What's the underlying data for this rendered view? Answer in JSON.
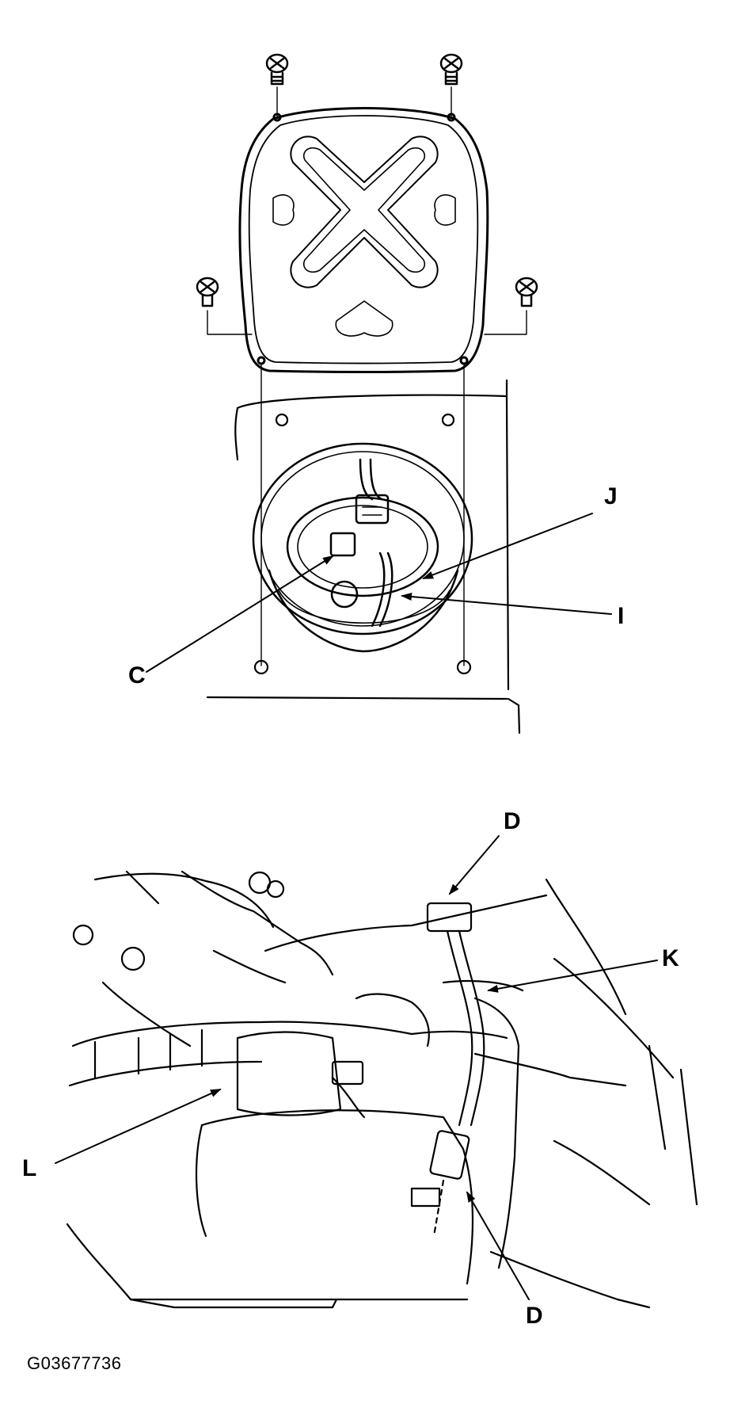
{
  "callouts": {
    "c": "C",
    "j": "J",
    "i": "I",
    "d_top": "D",
    "k": "K",
    "l": "L",
    "d_bottom": "D"
  },
  "figure_id": "G03677736"
}
